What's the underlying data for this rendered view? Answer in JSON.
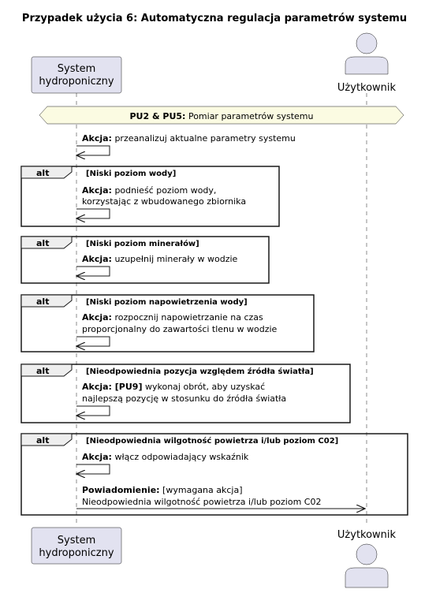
{
  "title": "Przypadek użycia 6: Automatyczna regulacja parametrów systemu",
  "participants": {
    "system": {
      "line1": "System",
      "line2": "hydroponiczny"
    },
    "user": {
      "label": "Użytkownik"
    }
  },
  "reference": {
    "bold": "PU2 & PU5:",
    "text": " Pomiar parametrów systemu"
  },
  "initial_action": {
    "bold": "Akcja:",
    "text": " przeanalizuj aktualne parametry systemu"
  },
  "alt_label": "alt",
  "alt_blocks": [
    {
      "condition": "[Niski poziom wody]",
      "bold": "Akcja:",
      "line1": " podnieść poziom wody,",
      "line2": "korzystając z wbudowanego zbiornika"
    },
    {
      "condition": "[Niski poziom minerałów]",
      "bold": "Akcja:",
      "line1": " uzupełnij minerały w wodzie",
      "line2": ""
    },
    {
      "condition": "[Niski poziom napowietrzenia wody]",
      "bold": "Akcja:",
      "line1": " rozpocznij napowietrzanie na czas",
      "line2": "proporcjonalny do zawartości tlenu w wodzie"
    },
    {
      "condition": "[Nieodpowiednia pozycja względem źródła światła]",
      "bold": "Akcja: [PU9]",
      "line1": " wykonaj obrót, aby uzyskać",
      "line2": "najlepszą pozycję w stosunku do źródła światła"
    },
    {
      "condition": "[Nieodpowiednia wilgotność powietrza i/lub poziom C02]",
      "bold": "Akcja:",
      "line1": " włącz odpowiadający wskaźnik",
      "line2": "",
      "notify_bold": "Powiadomienie:",
      "notify_text": " [wymagana akcja]",
      "notify_line2": "Nieodpowiednia wilgotność powietrza i/lub poziom C02"
    }
  ],
  "colors": {
    "participant_fill": "#e2e2f0",
    "participant_stroke": "#181818",
    "reference_fill": "#fbfbe2",
    "alt_tab_fill": "#eeeeee"
  }
}
